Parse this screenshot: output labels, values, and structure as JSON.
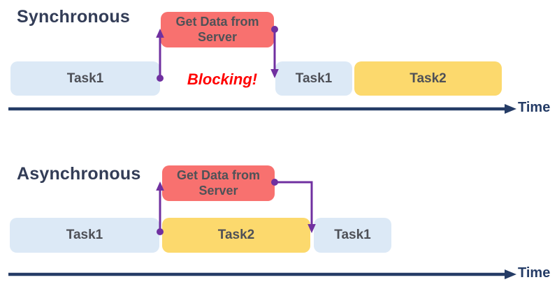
{
  "sync": {
    "title": "Synchronous",
    "server_box": "Get Data from Server",
    "blocking": "Blocking!",
    "task1_first": "Task1",
    "task1_resume": "Task1",
    "task2": "Task2",
    "time": "Time"
  },
  "async": {
    "title": "Asynchronous",
    "server_box": "Get Data from Server",
    "task1_first": "Task1",
    "task1_resume": "Task1",
    "task2": "Task2",
    "time": "Time"
  },
  "colors": {
    "task_blue": "#dce9f6",
    "task_yellow": "#fcd96d",
    "server_red": "#f8716f",
    "arrow_purple": "#7030a0",
    "timeline_navy": "#253c66",
    "title_navy": "#333d57",
    "task_text_gray": "#4e5057",
    "blocking_red": "#ff0000"
  }
}
